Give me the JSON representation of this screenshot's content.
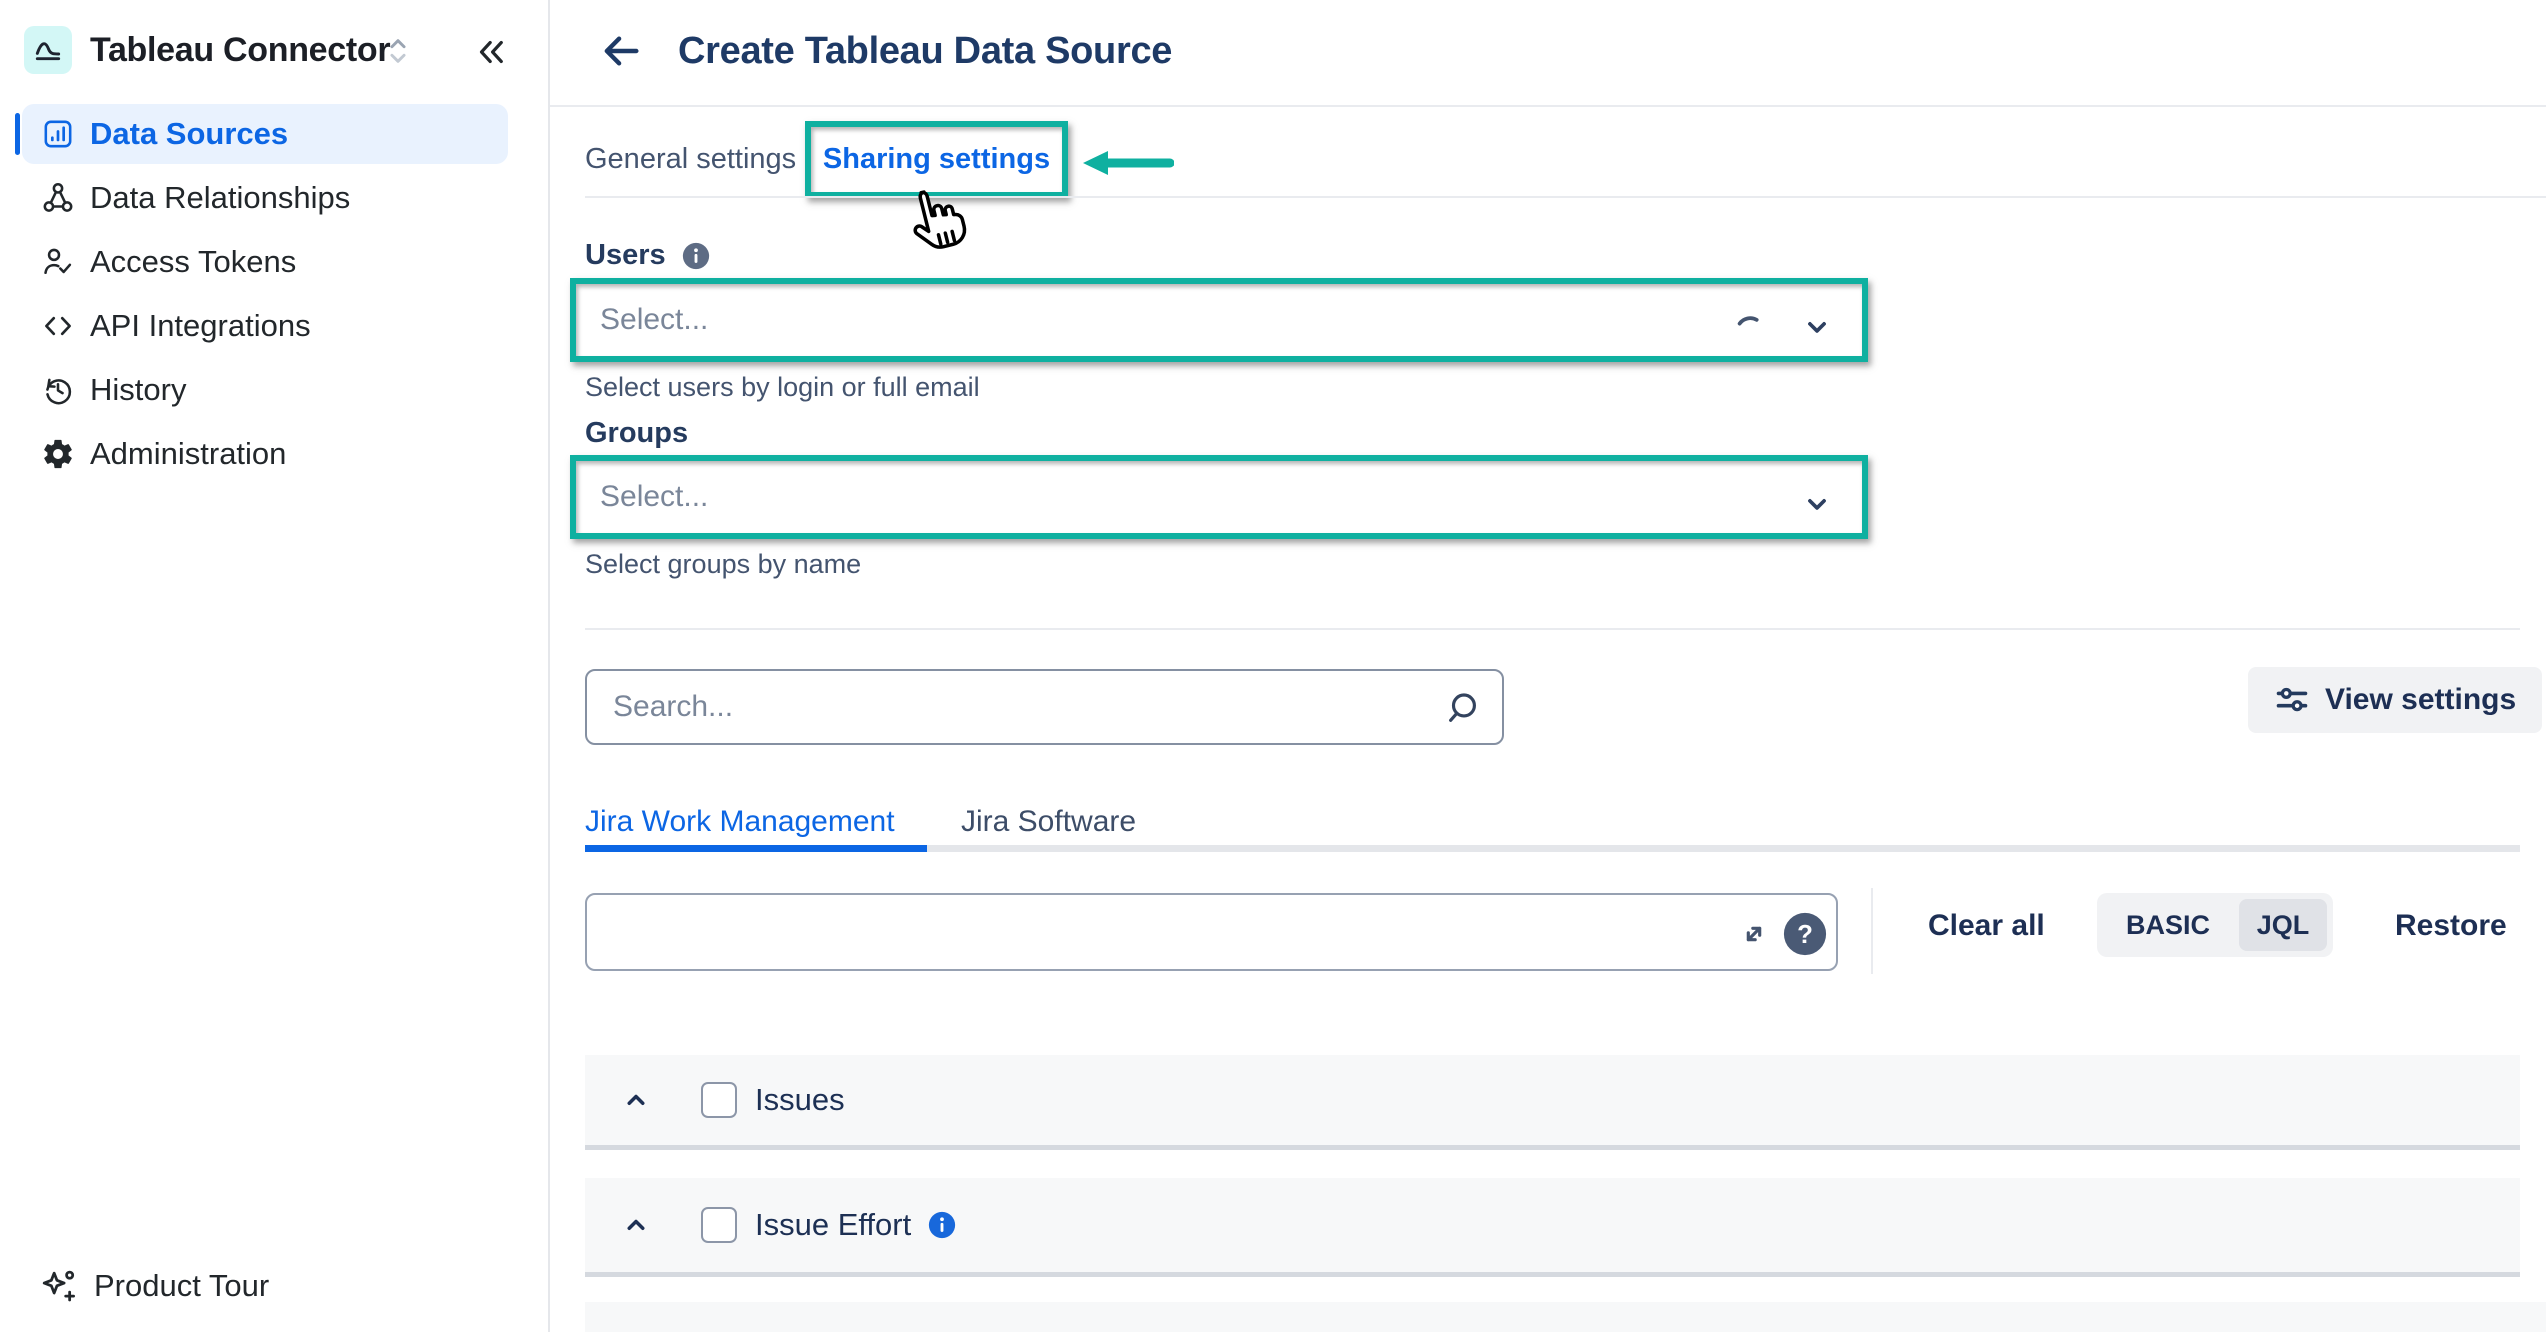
{
  "colors": {
    "teal": "#0FB0A0",
    "blue": "#0C66E4",
    "navy": "#1D3054",
    "title-navy": "#1E3A66",
    "slate": "#44546F",
    "placeholder": "#7A8699",
    "sidebar-text": "#22272B",
    "active-bg": "#E9F2FE",
    "logo-bg": "#D3F7F6",
    "row-bg": "#F7F8F9",
    "row-border": "#D5D9DF",
    "divider": "#E9EBEF",
    "input-border": "#8590A2",
    "btn-bg": "#F1F2F4",
    "seg-active-bg": "#E0E2E7",
    "info-slate": "#5E6C84"
  },
  "sidebar": {
    "app_title": "Tableau Connector",
    "items": [
      {
        "label": "Data Sources",
        "active": true
      },
      {
        "label": "Data Relationships",
        "active": false
      },
      {
        "label": "Access Tokens",
        "active": false
      },
      {
        "label": "API Integrations",
        "active": false
      },
      {
        "label": "History",
        "active": false
      },
      {
        "label": "Administration",
        "active": false
      }
    ],
    "product_tour_label": "Product Tour"
  },
  "header": {
    "title": "Create Tableau Data Source"
  },
  "settings_tabs": {
    "general_label": "General settings",
    "sharing_label": "Sharing settings"
  },
  "sharing_form": {
    "users_label": "Users",
    "users_placeholder": "Select...",
    "users_helper": "Select users by login or full email",
    "groups_label": "Groups",
    "groups_placeholder": "Select...",
    "groups_helper": "Select groups by name"
  },
  "toolbar": {
    "search_placeholder": "Search...",
    "view_settings_label": "View settings"
  },
  "product_tabs": {
    "jwm_label": "Jira Work Management",
    "software_label": "Jira Software"
  },
  "jql_bar": {
    "clear_all_label": "Clear all",
    "basic_label": "BASIC",
    "jql_label": "JQL",
    "restore_label": "Restore"
  },
  "sections": [
    {
      "label": "Issues"
    },
    {
      "label": "Issue Effort"
    }
  ],
  "icons": {
    "question_glyph": "?"
  }
}
